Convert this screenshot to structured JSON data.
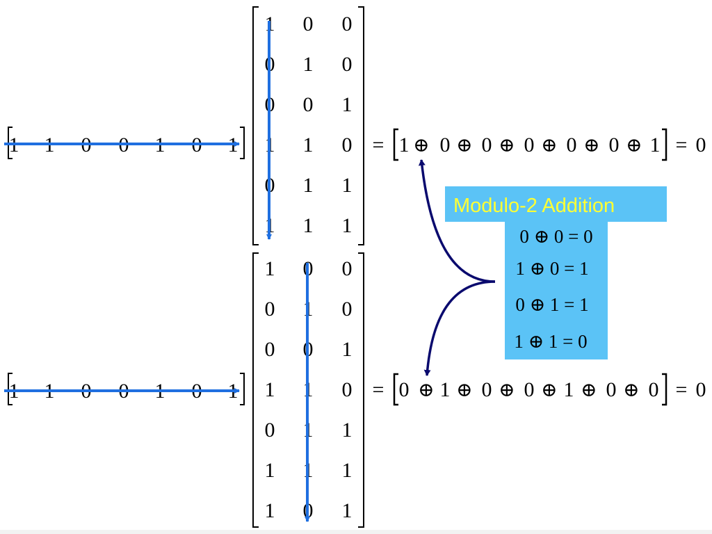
{
  "colors": {
    "arrow_blue": "#1F6FE0",
    "curve_navy": "#0A0A6E",
    "box_fill": "#5BC3F6",
    "box_text": "#FFFF33"
  },
  "top": {
    "row_vector": [
      "1",
      "1",
      "0",
      "0",
      "1",
      "0",
      "1"
    ],
    "matrix": [
      [
        "1",
        "0",
        "0"
      ],
      [
        "0",
        "1",
        "0"
      ],
      [
        "0",
        "0",
        "1"
      ],
      [
        "1",
        "1",
        "0"
      ],
      [
        "0",
        "1",
        "1"
      ],
      [
        "1",
        "1",
        "1"
      ]
    ],
    "eq_sign": "=",
    "terms": [
      "1",
      "0",
      "0",
      "0",
      "0",
      "0",
      "1"
    ],
    "op": "⊕",
    "result": "0"
  },
  "bottom": {
    "row_vector": [
      "1",
      "1",
      "0",
      "0",
      "1",
      "0",
      "1"
    ],
    "matrix": [
      [
        "1",
        "0",
        "0"
      ],
      [
        "0",
        "1",
        "0"
      ],
      [
        "0",
        "0",
        "1"
      ],
      [
        "1",
        "1",
        "0"
      ],
      [
        "0",
        "1",
        "1"
      ],
      [
        "1",
        "1",
        "1"
      ],
      [
        "1",
        "0",
        "1"
      ]
    ],
    "eq_sign": "=",
    "terms": [
      "0",
      "1",
      "0",
      "0",
      "1",
      "0",
      "0"
    ],
    "op": "⊕",
    "result": "0"
  },
  "legend": {
    "title": "Modulo-2 Addition",
    "rules": [
      "0 ⊕ 0 = 0",
      "1 ⊕ 0 = 1",
      "0 ⊕ 1 = 1",
      "1 ⊕ 1 = 0"
    ]
  }
}
